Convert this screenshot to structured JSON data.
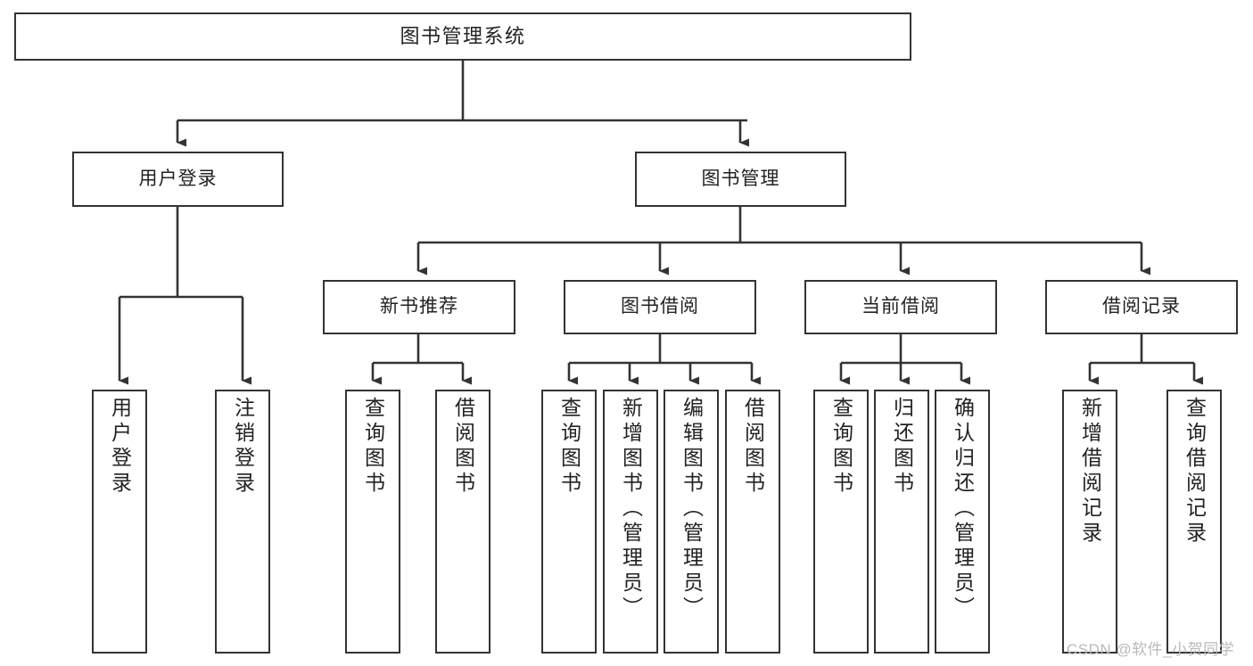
{
  "diagram": {
    "title": "图书管理系统",
    "type": "hierarchy-tree",
    "watermark": "CSDN @软件_小贺同学",
    "colors": {
      "box_border": "#333333",
      "box_fill": "#ffffff",
      "connector": "#333333",
      "watermark": "#b9b9b9",
      "text": "#222222"
    },
    "root": {
      "id": "root",
      "label": "图书管理系统"
    },
    "level1": [
      {
        "id": "user-login",
        "label": "用户登录"
      },
      {
        "id": "book-management",
        "label": "图书管理"
      }
    ],
    "level2": [
      {
        "id": "new-book-recommend",
        "label": "新书推荐",
        "parent": "book-management"
      },
      {
        "id": "book-borrow",
        "label": "图书借阅",
        "parent": "book-management"
      },
      {
        "id": "current-borrow",
        "label": "当前借阅",
        "parent": "book-management"
      },
      {
        "id": "borrow-record",
        "label": "借阅记录",
        "parent": "book-management"
      }
    ],
    "leaves": [
      {
        "id": "leaf-user-login",
        "label": "用户登录",
        "parent": "user-login"
      },
      {
        "id": "leaf-logout",
        "label": "注销登录",
        "parent": "user-login"
      },
      {
        "id": "leaf-query-book-1",
        "label": "查询图书",
        "parent": "new-book-recommend"
      },
      {
        "id": "leaf-borrow-book-1",
        "label": "借阅图书",
        "parent": "new-book-recommend"
      },
      {
        "id": "leaf-query-book-2",
        "label": "查询图书",
        "parent": "book-borrow"
      },
      {
        "id": "leaf-add-book",
        "label": "新增图书（管理员）",
        "parent": "book-borrow"
      },
      {
        "id": "leaf-edit-book",
        "label": "编辑图书（管理员）",
        "parent": "book-borrow"
      },
      {
        "id": "leaf-borrow-book-2",
        "label": "借阅图书",
        "parent": "book-borrow"
      },
      {
        "id": "leaf-query-book-3",
        "label": "查询图书",
        "parent": "current-borrow"
      },
      {
        "id": "leaf-return-book",
        "label": "归还图书",
        "parent": "current-borrow"
      },
      {
        "id": "leaf-confirm-return",
        "label": "确认归还（管理员）",
        "parent": "current-borrow"
      },
      {
        "id": "leaf-add-record",
        "label": "新增借阅记录",
        "parent": "borrow-record"
      },
      {
        "id": "leaf-query-record",
        "label": "查询借阅记录",
        "parent": "borrow-record"
      }
    ]
  }
}
